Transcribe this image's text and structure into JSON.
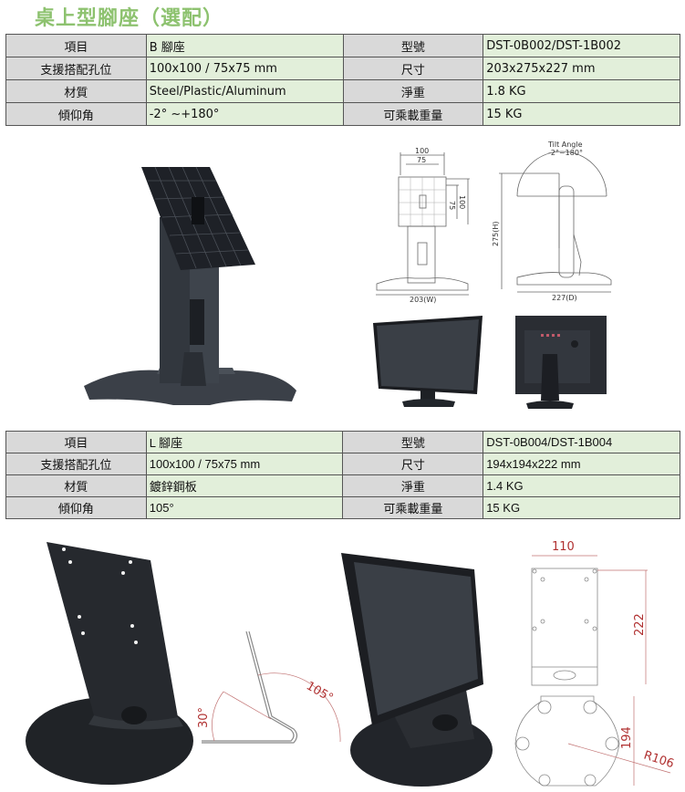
{
  "page_title": "桌上型腳座（選配）",
  "colors": {
    "title": "#8dc26f",
    "label_bg": "#d9d9d9",
    "value_bg": "#e2efda",
    "dimension_red": "#b03030"
  },
  "table_b": {
    "rows": [
      {
        "l1": "項目",
        "v1": "B  腳座",
        "l2": "型號",
        "v2": "DST-0B002/DST-1B002"
      },
      {
        "l1": "支援搭配孔位",
        "v1": "100x100 / 75x75 mm",
        "l2": "尺寸",
        "v2": "203x275x227 mm"
      },
      {
        "l1": "材質",
        "v1": "Steel/Plastic/Aluminum",
        "l2": "淨重",
        "v2": "1.8 KG"
      },
      {
        "l1": "傾仰角",
        "v1": "-2°  ~+180°",
        "l2": "可乘載重量",
        "v2": "15 KG"
      }
    ]
  },
  "table_l": {
    "rows": [
      {
        "l1": "項目",
        "v1": "L  腳座",
        "l2": "型號",
        "v2": "DST-0B004/DST-1B004"
      },
      {
        "l1": "支援搭配孔位",
        "v1": "100x100 / 75x75 mm",
        "l2": "尺寸",
        "v2": "194x194x222 mm"
      },
      {
        "l1": "材質",
        "v1": "鍍鋅鋼板",
        "l2": "淨重",
        "v2": "1.4 KG"
      },
      {
        "l1": "傾仰角",
        "v1": "105°",
        "l2": "可乘載重量",
        "v2": "15 KG"
      }
    ]
  },
  "b_drawing": {
    "front": {
      "w100": "100",
      "w75": "75",
      "h75": "75",
      "h100": "100",
      "width": "203(W)"
    },
    "side": {
      "tilt_title": "Tilt Angle",
      "tilt_range": "-2°~180°",
      "height": "275(H)",
      "depth": "227(D)"
    }
  },
  "l_drawing": {
    "angle_side": {
      "a1": "105°",
      "a2": "30°"
    },
    "plate": {
      "width": "110",
      "height": "222"
    },
    "base": {
      "depth": "194",
      "radius": "R106"
    }
  }
}
